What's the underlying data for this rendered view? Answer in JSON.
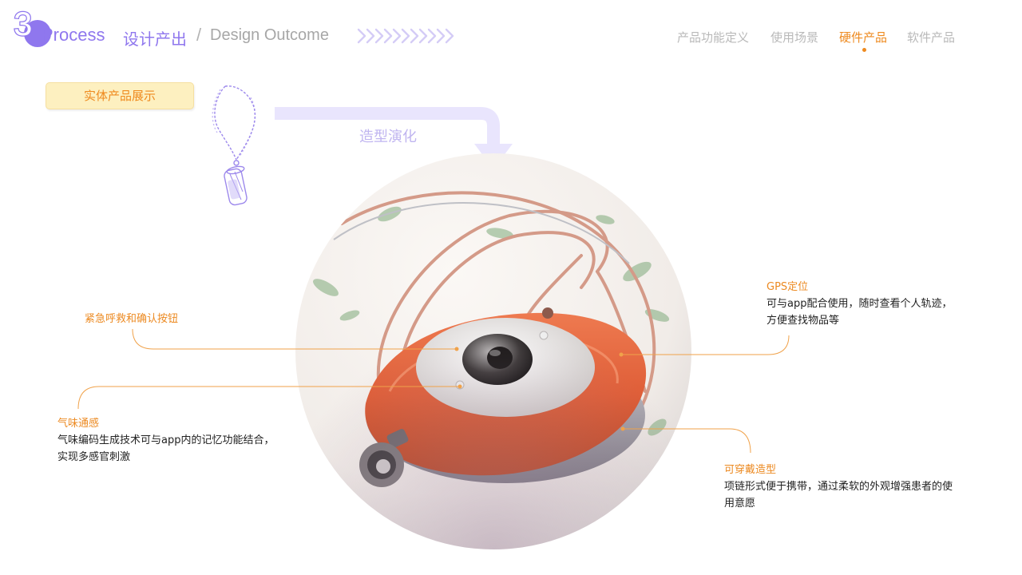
{
  "header": {
    "step_number": "3",
    "process": "Process",
    "title_cn": "设计产出",
    "separator": "/",
    "title_en": "Design Outcome"
  },
  "nav": {
    "items": [
      {
        "label": "产品功能定义",
        "active": false
      },
      {
        "label": "使用场景",
        "active": false
      },
      {
        "label": "硬件产品",
        "active": true
      },
      {
        "label": "软件产品",
        "active": false
      }
    ]
  },
  "section": {
    "tag": "实体产品展示",
    "evolution_label": "造型演化"
  },
  "callouts": {
    "emergency": {
      "title": "紧急呼救和确认按钮"
    },
    "scent": {
      "title": "气味通感",
      "desc_line1": "气味编码生成技术可与app内的记忆功能结合，",
      "desc_line2": "实现多感官刺激"
    },
    "gps": {
      "title": "GPS定位",
      "desc_line1": "可与app配合使用，随时查看个人轨迹，",
      "desc_line2": "方便查找物品等"
    },
    "wearable": {
      "title": "可穿戴造型",
      "desc_line1": "项链形式便于携带，通过柔软的外观增强患者的使",
      "desc_line2": "用意愿"
    }
  },
  "colors": {
    "accent_orange": "#ee8a1f",
    "accent_purple": "#8f77ee",
    "tag_bg": "#fdf0c0",
    "device_orange": "#e36a45"
  }
}
